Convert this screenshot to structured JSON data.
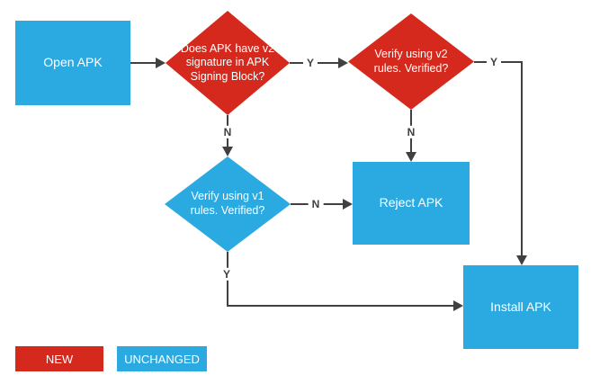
{
  "colors": {
    "new": "#D6291D",
    "unchanged": "#2BAAE2",
    "line": "#404040",
    "text_on_fill": "#FFFFFF",
    "bg": "#FFFFFF"
  },
  "flowchart": {
    "nodes": {
      "open_apk": {
        "label": "Open APK",
        "shape": "rect",
        "status": "unchanged"
      },
      "has_v2_signature": {
        "label": "Does APK have v2 signature in APK Signing Block?",
        "shape": "diamond",
        "status": "new"
      },
      "verify_v2": {
        "label": "Verify using v2 rules. Verified?",
        "shape": "diamond",
        "status": "new"
      },
      "verify_v1": {
        "label": "Verify using v1 rules. Verified?",
        "shape": "diamond",
        "status": "unchanged"
      },
      "reject_apk": {
        "label": "Reject APK",
        "shape": "rect",
        "status": "unchanged"
      },
      "install_apk": {
        "label": "Install APK",
        "shape": "rect",
        "status": "unchanged"
      }
    },
    "edges": [
      {
        "from": "open_apk",
        "to": "has_v2_signature",
        "label": ""
      },
      {
        "from": "has_v2_signature",
        "to": "verify_v2",
        "label": "Y"
      },
      {
        "from": "has_v2_signature",
        "to": "verify_v1",
        "label": "N"
      },
      {
        "from": "verify_v2",
        "to": "install_apk",
        "label": "Y"
      },
      {
        "from": "verify_v2",
        "to": "reject_apk",
        "label": "N"
      },
      {
        "from": "verify_v1",
        "to": "reject_apk",
        "label": "N"
      },
      {
        "from": "verify_v1",
        "to": "install_apk",
        "label": "Y"
      }
    ],
    "legend": [
      {
        "label": "NEW",
        "color": "#D6291D"
      },
      {
        "label": "UNCHANGED",
        "color": "#2BAAE2"
      }
    ]
  }
}
